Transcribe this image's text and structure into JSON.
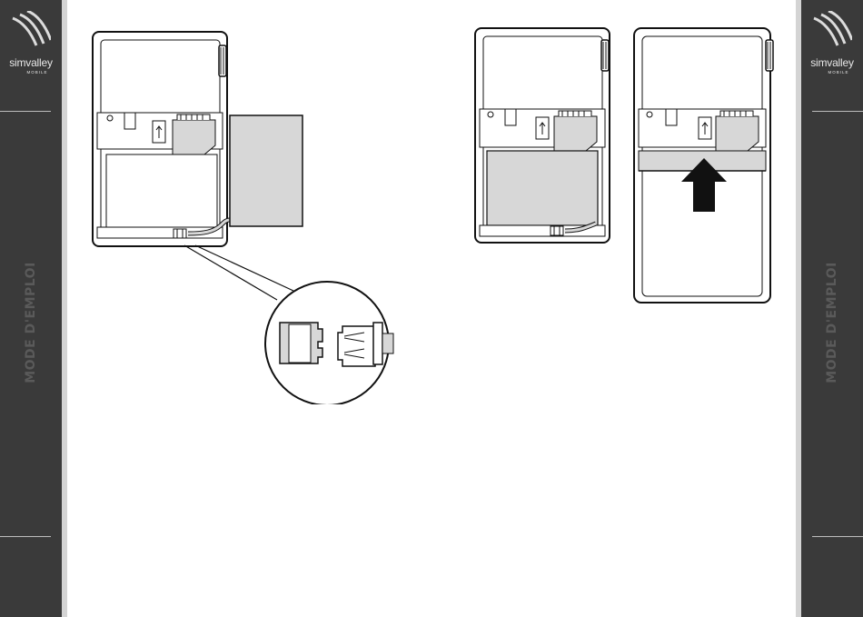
{
  "sidebar_left": {
    "brand": "simvalley",
    "brand_sub": "MOBILE",
    "title": "MODE D'EMPLOI"
  },
  "sidebar_right": {
    "brand": "simvalley",
    "brand_sub": "MOBILE",
    "title": "MODE D'EMPLOI"
  },
  "colors": {
    "sidebar": "#3a3a3a",
    "sidebar_edge": "#d4d4d4",
    "battery_fill": "#d7d7d7",
    "line": "#111111"
  },
  "figures": [
    {
      "name": "battery-connector-figure",
      "icon": "phone-battery-connector-illustration"
    },
    {
      "name": "battery-inserted-figure",
      "icon": "phone-battery-inserted-illustration"
    },
    {
      "name": "back-cover-figure",
      "icon": "phone-back-cover-slide-illustration"
    }
  ]
}
